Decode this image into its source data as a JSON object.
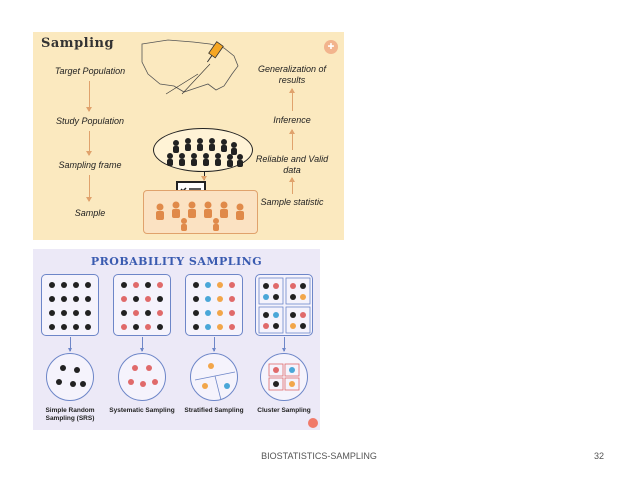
{
  "top_infographic": {
    "title": "Sampling",
    "left_steps": [
      "Target Population",
      "Study Population",
      "Sampling frame",
      "Sample"
    ],
    "right_steps": [
      "Generalization of results",
      "Inference",
      "Reliable and Valid data",
      "Sample statistic"
    ],
    "colors": {
      "background": "#fbe9bf",
      "arrow": "#e0a26c",
      "map_pin": "#f5a623"
    },
    "icons": [
      "us-map-icon",
      "map-pin-icon",
      "crowd-icon",
      "checklist-icon",
      "sample-group-icon"
    ]
  },
  "bottom_infographic": {
    "title": "PROBABILITY SAMPLING",
    "methods": [
      {
        "label": "Simple Random Sampling (SRS)"
      },
      {
        "label": "Systematic Sampling"
      },
      {
        "label": "Stratified Sampling"
      },
      {
        "label": "Cluster Sampling"
      }
    ],
    "colors": {
      "background": "#ece9f7",
      "outline": "#6d86c8",
      "person_dark": "#222222",
      "person_red": "#e06a6a",
      "person_blue": "#4aa7d8",
      "person_orange": "#f2a64a"
    }
  },
  "footer": {
    "text": "BIOSTATISTICS-SAMPLING",
    "page_number": "32"
  }
}
